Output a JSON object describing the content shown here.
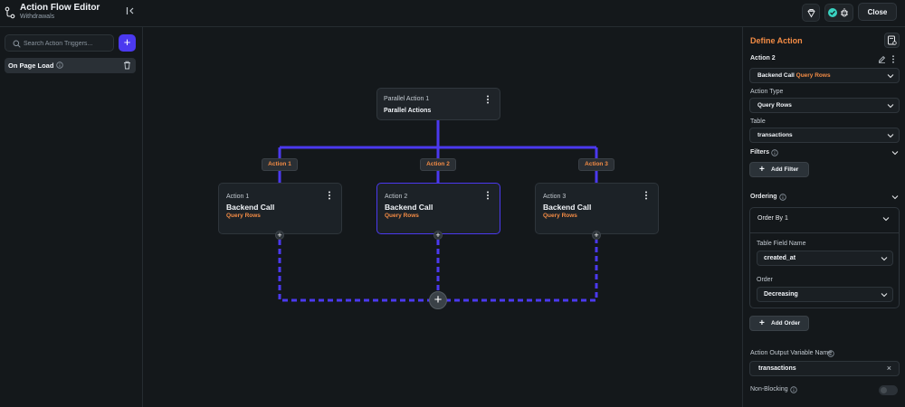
{
  "header": {
    "title": "Action Flow Editor",
    "subtitle": "Withdrawals",
    "close_label": "Close"
  },
  "sidebar": {
    "search_placeholder": "Search Action Triggers...",
    "add_label": "+",
    "triggers": [
      {
        "label": "On Page Load"
      }
    ]
  },
  "canvas": {
    "parallel": {
      "label": "Parallel Action 1",
      "title": "Parallel Actions"
    },
    "branches": [
      {
        "badge": "Action 1",
        "label": "Action 1",
        "title": "Backend Call",
        "subtitle": "Query Rows"
      },
      {
        "badge": "Action 2",
        "label": "Action 2",
        "title": "Backend Call",
        "subtitle": "Query Rows"
      },
      {
        "badge": "Action 3",
        "label": "Action 3",
        "title": "Backend Call",
        "subtitle": "Query Rows"
      }
    ],
    "add_symbol": "+"
  },
  "panel": {
    "title": "Define Action",
    "action_name": "Action 2",
    "action_select": {
      "value": "Backend Call",
      "detail": "Query Rows"
    },
    "action_type": {
      "label": "Action Type",
      "value": "Query Rows"
    },
    "table": {
      "label": "Table",
      "value": "transactions"
    },
    "filters": {
      "label": "Filters",
      "add_label": "Add Filter"
    },
    "ordering": {
      "label": "Ordering",
      "order_by_title": "Order By 1",
      "field_label": "Table Field Name",
      "field_value": "created_at",
      "order_label": "Order",
      "order_value": "Decreasing",
      "add_label": "Add Order"
    },
    "output": {
      "label": "Action Output Variable Name",
      "value": "transactions",
      "clear": "×"
    },
    "non_blocking": {
      "label": "Non-Blocking",
      "enabled": false
    }
  },
  "colors": {
    "accent": "#4b39ef",
    "orange": "#f48c45",
    "background": "#14181b"
  }
}
